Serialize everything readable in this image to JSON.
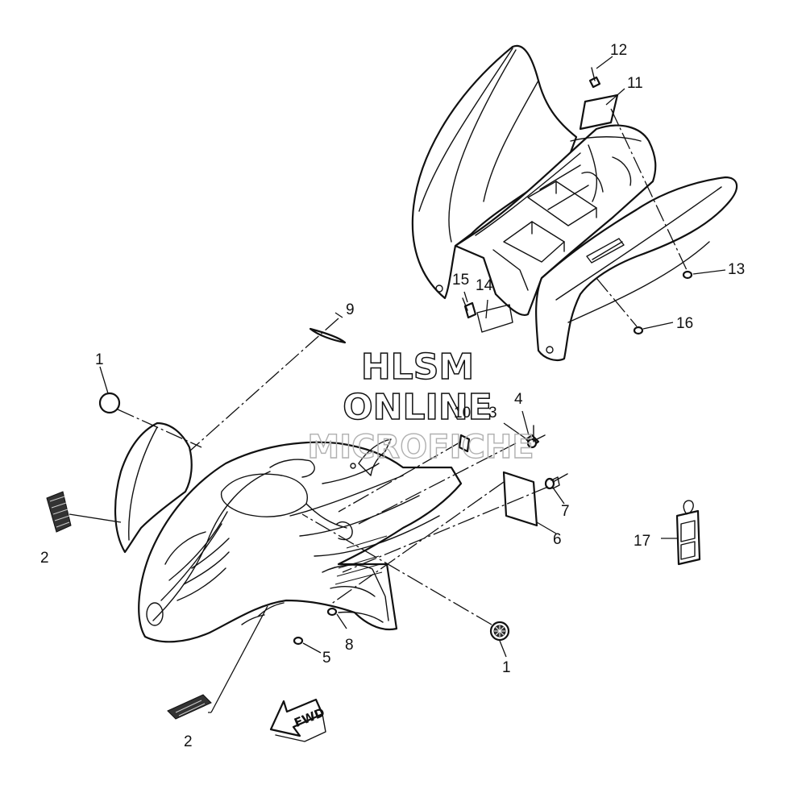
{
  "watermark": {
    "line1": "HLSM",
    "line2": "ONLINE",
    "line3": "MICROFICHE"
  },
  "direction_badge": {
    "label": "FWD"
  },
  "callouts": [
    {
      "id": "c1a",
      "label": "1"
    },
    {
      "id": "c1b",
      "label": "1"
    },
    {
      "id": "c2a",
      "label": "2"
    },
    {
      "id": "c2b",
      "label": "2"
    },
    {
      "id": "c3",
      "label": "3"
    },
    {
      "id": "c4",
      "label": "4"
    },
    {
      "id": "c5",
      "label": "5"
    },
    {
      "id": "c6",
      "label": "6"
    },
    {
      "id": "c7",
      "label": "7"
    },
    {
      "id": "c8",
      "label": "8"
    },
    {
      "id": "c9",
      "label": "9"
    },
    {
      "id": "c10",
      "label": "10"
    },
    {
      "id": "c11",
      "label": "11"
    },
    {
      "id": "c12",
      "label": "12"
    },
    {
      "id": "c13",
      "label": "13"
    },
    {
      "id": "c14",
      "label": "14"
    },
    {
      "id": "c15",
      "label": "15"
    },
    {
      "id": "c16",
      "label": "16"
    },
    {
      "id": "c17",
      "label": "17"
    }
  ]
}
